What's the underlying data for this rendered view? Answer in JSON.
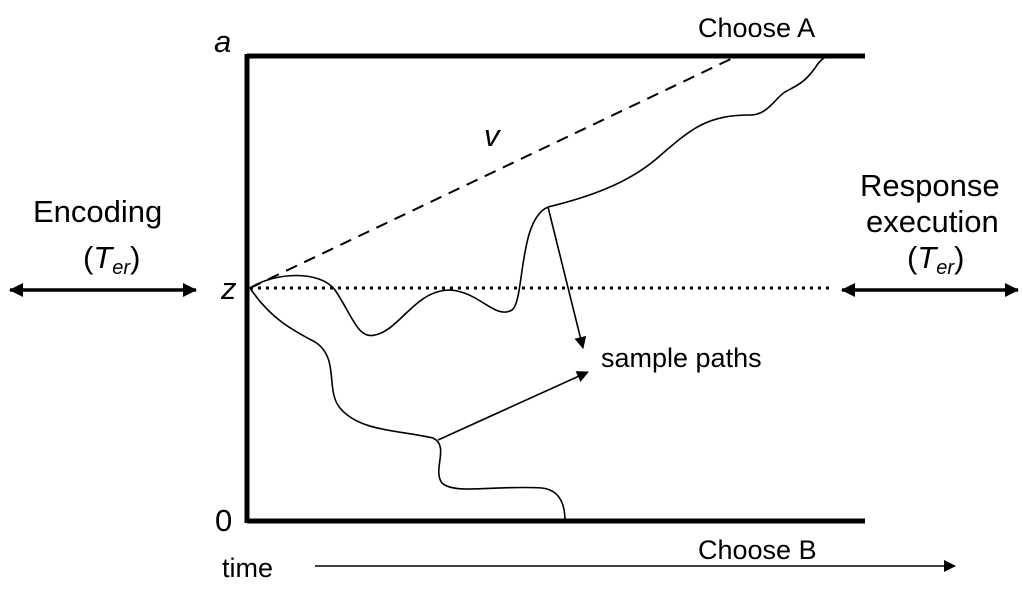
{
  "diagram": {
    "labels": {
      "upper_bound": "a",
      "start_point": "z",
      "lower_bound": "0",
      "drift": "v",
      "choose_a": "Choose A",
      "choose_b": "Choose B",
      "sample_paths": "sample paths",
      "time": "time"
    },
    "encoding": {
      "title": "Encoding",
      "open_paren": "(",
      "symbol": "T",
      "subscript": "er",
      "close_paren": ")"
    },
    "response": {
      "title_line1": "Response",
      "title_line2": "execution",
      "open_paren": "(",
      "symbol": "T",
      "subscript": "er",
      "close_paren": ")"
    }
  }
}
